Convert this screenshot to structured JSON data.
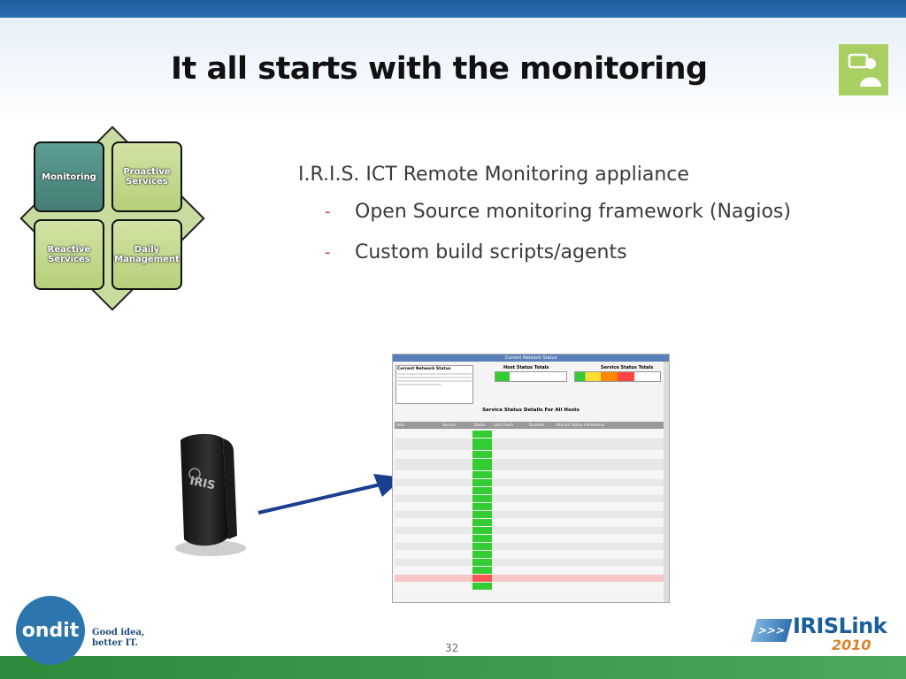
{
  "slide": {
    "title": "It all starts with the monitoring",
    "page_number": "32"
  },
  "diagram": {
    "tiles": [
      {
        "label": "Monitoring",
        "active": true
      },
      {
        "label": "Proactive Services",
        "active": false
      },
      {
        "label": "Reactive Services",
        "active": false
      },
      {
        "label": "Daily Management",
        "active": false
      }
    ]
  },
  "content": {
    "main_bullet": "I.R.I.S. ICT Remote Monitoring appliance",
    "sub_bullets": [
      {
        "dash": "-",
        "text": "Open Source monitoring framework (Nagios)"
      },
      {
        "dash": "-",
        "text": "Custom build scripts/agents"
      }
    ]
  },
  "screenshot": {
    "window_title": "Current Network Status",
    "network_status_title": "Current Network Status",
    "host_totals_title": "Host Status Totals",
    "service_totals_title": "Service Status Totals",
    "details_title": "Service Status Details For All Hosts",
    "columns": [
      "Host",
      "Service",
      "Status",
      "Last Check",
      "Duration",
      "Attempt",
      "Status Information"
    ]
  },
  "footer": {
    "logo_text": "ondit",
    "tagline_line1": "Good idea,",
    "tagline_line2": "better IT.",
    "brand_name": "IRISLink",
    "brand_year": "2010",
    "brand_chevrons": ">>>"
  },
  "colors": {
    "accent_green": "#a9cf62",
    "top_bar": "#1e5e9e",
    "footer_green": "#2e8b3b",
    "tile_active": "#447d75",
    "dash_red": "#c0392b"
  }
}
